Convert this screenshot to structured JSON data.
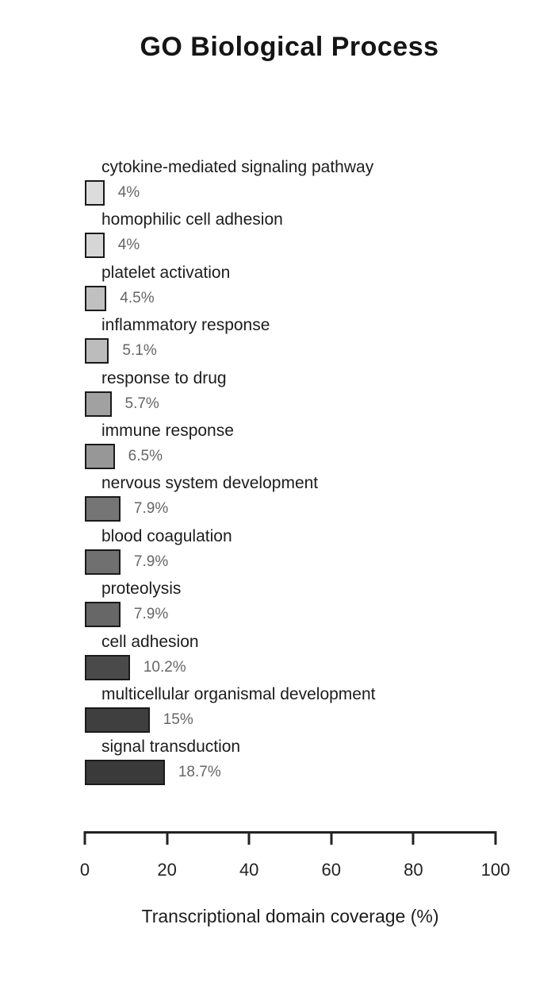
{
  "chart_data": {
    "type": "bar",
    "orientation": "horizontal",
    "title": "GO Biological Process",
    "xlabel": "Transcriptional domain coverage (%)",
    "xlim": [
      0,
      100
    ],
    "x_ticks": [
      0,
      20,
      40,
      60,
      80,
      100
    ],
    "grid": false,
    "legend": false,
    "bar_border_color": "#1a1a1a",
    "value_label_color": "#666666",
    "bars": [
      {
        "label": "cytokine-mediated signaling pathway",
        "value": 4,
        "value_label": "4%",
        "color": "#dcdcdc"
      },
      {
        "label": "homophilic cell adhesion",
        "value": 4,
        "value_label": "4%",
        "color": "#d6d6d6"
      },
      {
        "label": "platelet activation",
        "value": 4.5,
        "value_label": "4.5%",
        "color": "#c0c0c0"
      },
      {
        "label": "inflammatory response",
        "value": 5.1,
        "value_label": "5.1%",
        "color": "#bcbcbc"
      },
      {
        "label": "response to drug",
        "value": 5.7,
        "value_label": "5.7%",
        "color": "#a1a1a1"
      },
      {
        "label": "immune response",
        "value": 6.5,
        "value_label": "6.5%",
        "color": "#979797"
      },
      {
        "label": "nervous system development",
        "value": 7.9,
        "value_label": "7.9%",
        "color": "#757575"
      },
      {
        "label": "blood coagulation",
        "value": 7.9,
        "value_label": "7.9%",
        "color": "#707070"
      },
      {
        "label": "proteolysis",
        "value": 7.9,
        "value_label": "7.9%",
        "color": "#676767"
      },
      {
        "label": "cell adhesion",
        "value": 10.2,
        "value_label": "10.2%",
        "color": "#4a4a4a"
      },
      {
        "label": "multicellular organismal development",
        "value": 15,
        "value_label": "15%",
        "color": "#3f3f3f"
      },
      {
        "label": "signal transduction",
        "value": 18.7,
        "value_label": "18.7%",
        "color": "#3a3a3a"
      }
    ]
  }
}
